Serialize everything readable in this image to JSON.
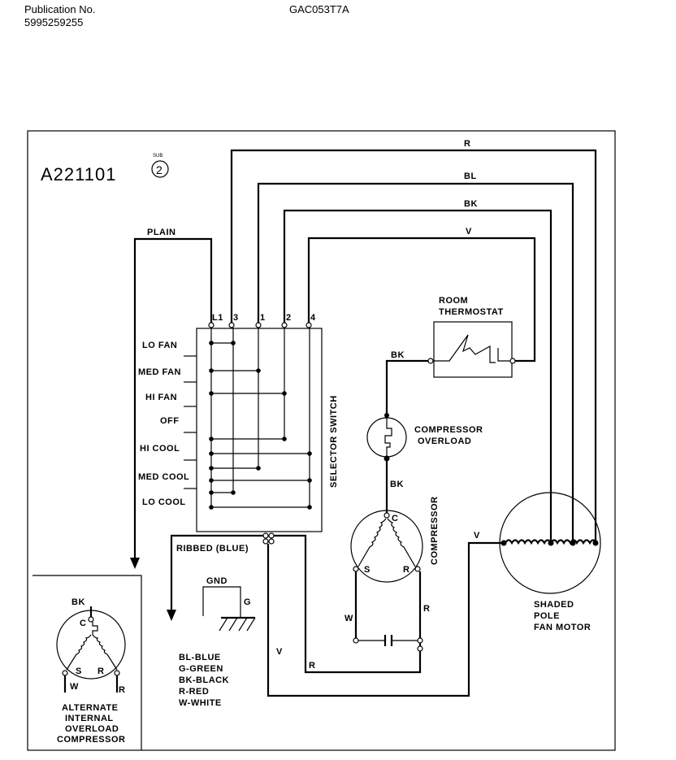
{
  "header": {
    "publication_label": "Publication No.",
    "publication_number": "5995259255",
    "model": "GAC053T7A"
  },
  "diagram": {
    "drawing_number": "A221101",
    "sub_label": "SUB",
    "sub_number": "2",
    "wire_colors": {
      "r": "R",
      "bl": "BL",
      "bk": "BK",
      "v": "V",
      "plain": "PLAIN",
      "ribbed": "RIBBED (BLUE)"
    },
    "terminals": [
      "L1",
      "3",
      "1",
      "2",
      "4"
    ],
    "switch_positions": [
      "LO FAN",
      "MED FAN",
      "HI FAN",
      "OFF",
      "HI COOL",
      "MED COOL",
      "LO COOL"
    ],
    "selector_switch": "SELECTOR SWITCH",
    "room_thermostat": [
      "ROOM",
      "THERMOSTAT"
    ],
    "compressor_overload": [
      "COMPRESSOR",
      "OVERLOAD"
    ],
    "compressor": "COMPRESSOR",
    "compressor_terminals": {
      "c": "C",
      "s": "S",
      "r": "R"
    },
    "fan_motor": [
      "SHADED",
      "POLE",
      "FAN MOTOR"
    ],
    "ground": {
      "gnd": "GND",
      "g": "G"
    },
    "legend": [
      "BL-BLUE",
      "G-GREEN",
      "BK-BLACK",
      "R-RED",
      "W-WHITE"
    ],
    "alternate": {
      "bk": "BK",
      "c": "C",
      "s": "S",
      "r_terminal": "R",
      "w": "W",
      "r": "R",
      "caption": [
        "ALTERNATE",
        "INTERNAL",
        "OVERLOAD",
        "COMPRESSOR"
      ]
    }
  }
}
